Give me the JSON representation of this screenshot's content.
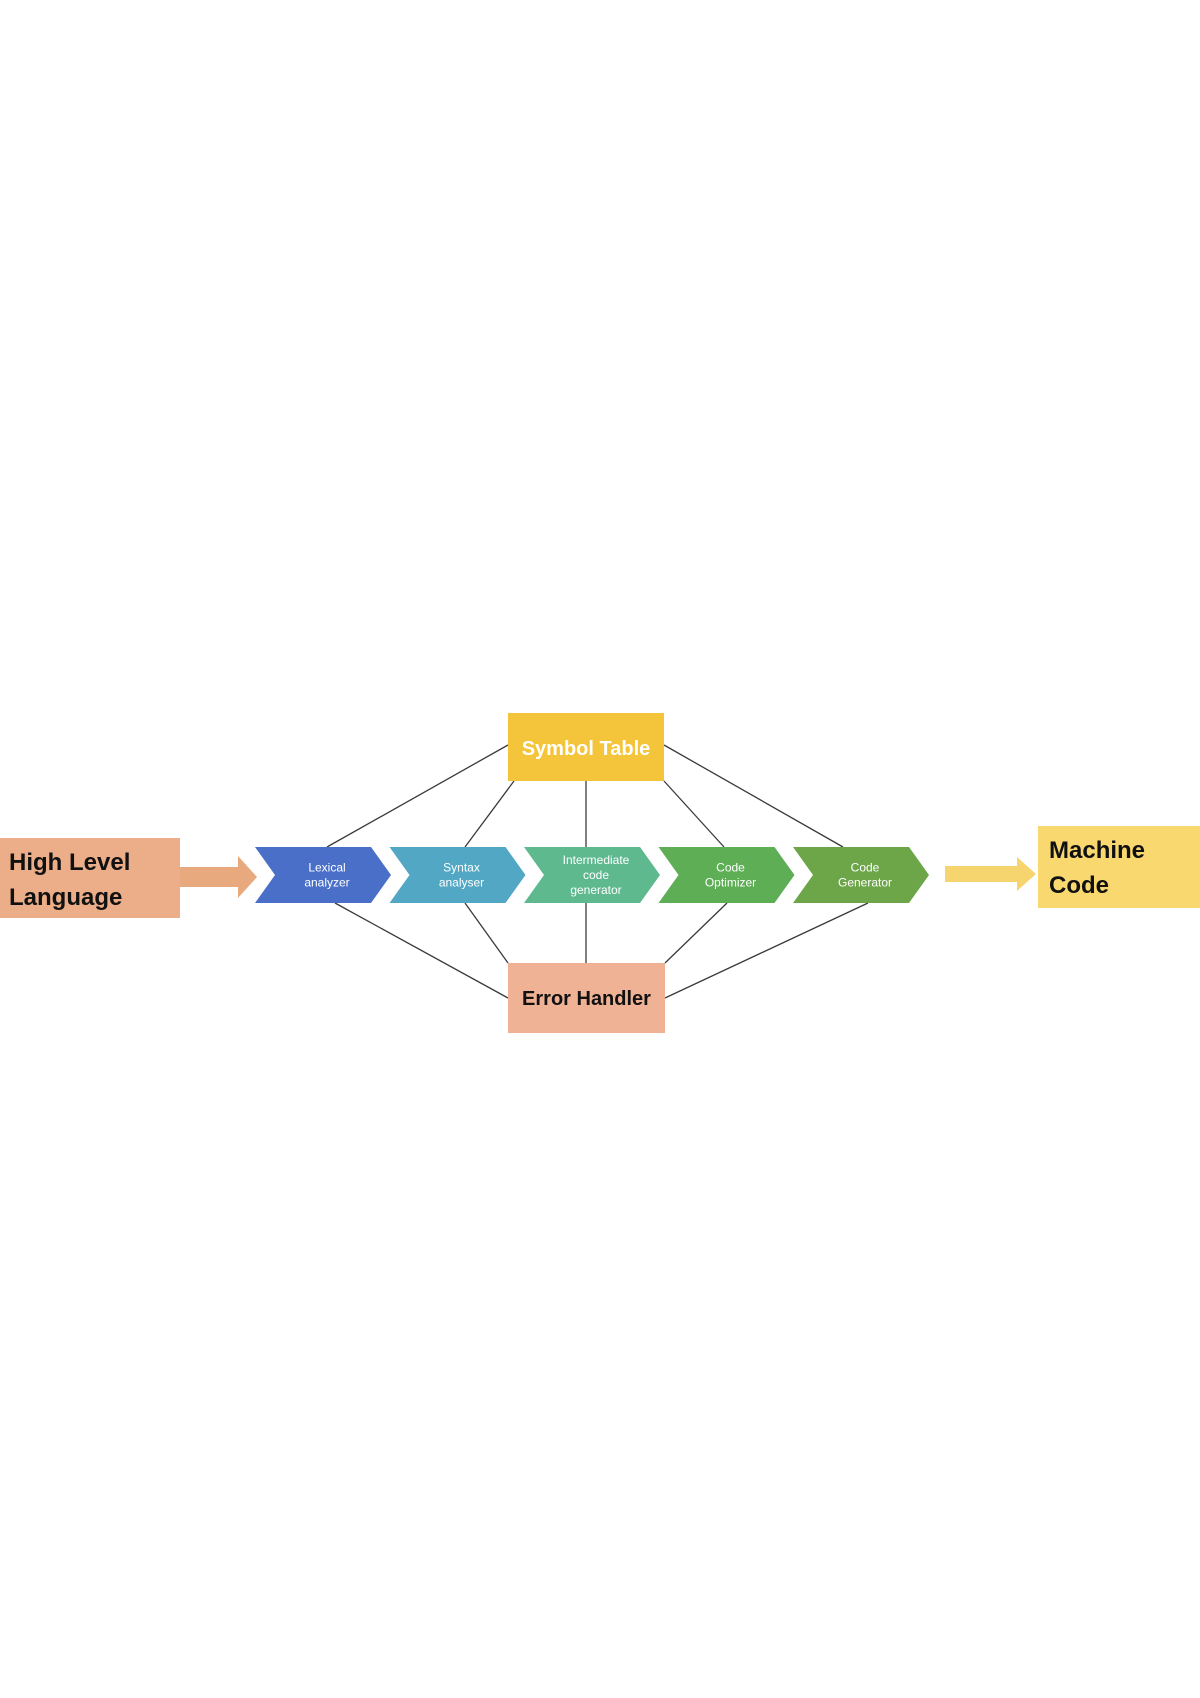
{
  "input": {
    "lines": [
      "High Level",
      "Language"
    ],
    "color": "#EBAE88"
  },
  "output": {
    "lines": [
      "Machine",
      "Code"
    ],
    "color": "#F9D870"
  },
  "symbol_table": {
    "label": "Symbol Table",
    "color": "#F4C43A"
  },
  "error_handler": {
    "label": "Error Handler",
    "color": "#F0B295"
  },
  "stages": [
    {
      "lines": [
        "Lexical",
        "analyzer"
      ],
      "color": "#4A6FC9"
    },
    {
      "lines": [
        "Syntax",
        "analyser"
      ],
      "color": "#52A8C4"
    },
    {
      "lines": [
        "Intermediate",
        "code",
        "generator"
      ],
      "color": "#5EB98E"
    },
    {
      "lines": [
        "Code",
        "Optimizer"
      ],
      "color": "#5DAE55"
    },
    {
      "lines": [
        "Code",
        "Generator"
      ],
      "color": "#6CA649"
    }
  ],
  "colors": {
    "connector": "#3a3a3a",
    "input_arrow": "#E9A97E",
    "output_arrow": "#F6D56E",
    "text_dark": "#111111",
    "text_light": "#ffffff"
  }
}
